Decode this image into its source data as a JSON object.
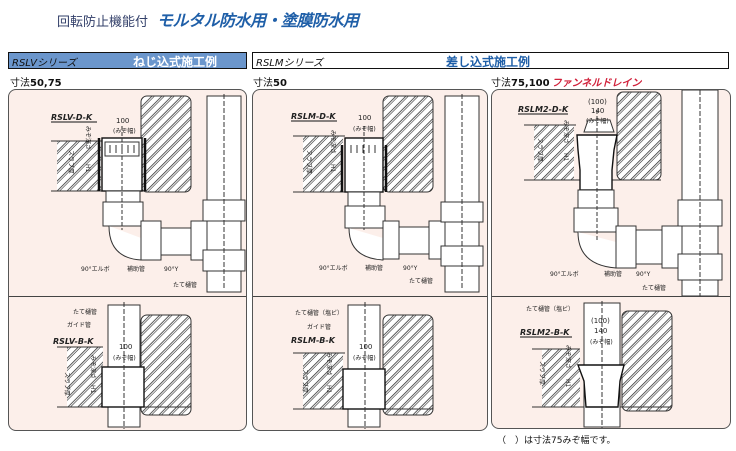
{
  "title": {
    "prefix": "回転防止機能付",
    "main": "モルタル防水用・塗膜防水用"
  },
  "headers": [
    {
      "series": "RSLVシリーズ",
      "title": "ねじ込式施工例",
      "bg": "#6b96cc"
    },
    {
      "series": "RSLMシリーズ",
      "title": "差し込式施工例",
      "bg": "#ffffff"
    }
  ],
  "sizes": [
    {
      "label": "寸法",
      "value": "50,75"
    },
    {
      "label": "寸法",
      "value": "50"
    },
    {
      "label": "寸法",
      "value": "75,100",
      "extra": "ファンネルドレイン"
    }
  ],
  "panels": [
    {
      "top": {
        "model": "RSLV-D-K",
        "width": "100",
        "width_label": "(みぞ幅)",
        "slab": "スラブ厚",
        "depth": "みぞ深さ",
        "h1": "H1",
        "elbow": "90°エルボ",
        "aux": "補助管",
        "y": "90°Y",
        "riser": "たて樋管"
      },
      "bottom": {
        "model": "RSLV-B-K",
        "width": "100",
        "width_label": "(みぞ幅)",
        "slab": "スラブ厚",
        "depth": "みぞ深さ",
        "h1": "H1",
        "riser": "たて樋管",
        "guide": "ガイド管"
      }
    },
    {
      "top": {
        "model": "RSLM-D-K",
        "width": "100",
        "width_label": "(みぞ幅)",
        "slab": "スラブ厚",
        "depth": "みぞ深さ",
        "h1": "H1",
        "elbow": "90°エルボ",
        "aux": "補助管",
        "y": "90°Y",
        "riser": "たて樋管"
      },
      "bottom": {
        "model": "RSLM-B-K",
        "width": "100",
        "width_label": "(みぞ幅)",
        "slab": "スラブ厚",
        "depth": "みぞ深さ",
        "h1": "H1",
        "riser": "たて樋管（塩ビ）",
        "guide": "ガイド管"
      }
    },
    {
      "top": {
        "model": "RSLM2-D-K",
        "width_alt": "(100)",
        "width": "140",
        "width_label": "(みぞ幅)",
        "slab": "スラブ厚",
        "depth": "みぞ深さ",
        "h1": "H1",
        "elbow": "90°エルボ",
        "aux": "補助管",
        "y": "90°Y",
        "riser": "たて樋管"
      },
      "bottom": {
        "model": "RSLM2-B-K",
        "width_alt": "(100)",
        "width": "140",
        "width_label": "(みぞ幅)",
        "slab": "スラブ厚",
        "depth": "みぞ深さ",
        "h1": "H1",
        "riser": "たて樋管（塩ビ）"
      }
    }
  ],
  "footnote": "（　）は寸法75みぞ幅です。",
  "colors": {
    "accent": "#1f5fa8",
    "red": "#d0203a",
    "panel_bg": "#fcefea"
  }
}
